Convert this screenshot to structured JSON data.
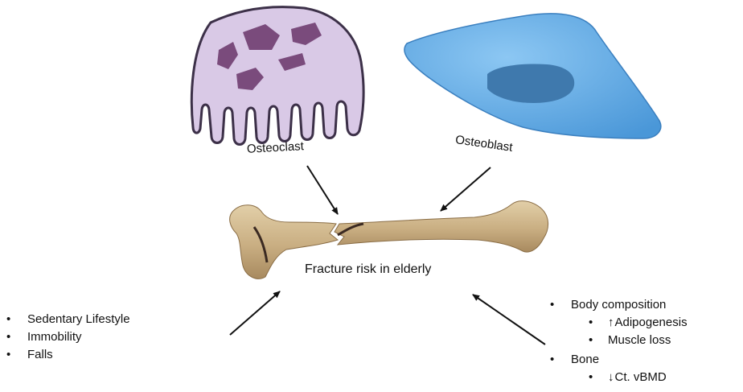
{
  "labels": {
    "osteoclast": "Osteoclast",
    "osteoblast": "Osteoblast",
    "center": "Fracture risk in elderly"
  },
  "left_factors": [
    "Sedentary Lifestyle",
    "Immobility",
    "Falls"
  ],
  "right_factors": {
    "body": {
      "label": "Body composition",
      "sub": [
        {
          "arrow": "up-arrow-icon",
          "text": "Adipogenesis"
        },
        {
          "arrow": "",
          "text": "Muscle loss"
        }
      ]
    },
    "bone": {
      "label": "Bone",
      "sub": [
        {
          "arrow": "down-arrow-icon",
          "text": "Ct. vBMD"
        }
      ]
    }
  },
  "colors": {
    "osteoclast_fill": "#d9c9e6",
    "osteoclast_stroke": "#3c3048",
    "osteoclast_nuclei": "#7a4b7c",
    "osteoblast_fill": "#5aa7e4",
    "osteoblast_nucleus": "#3f79ad",
    "bone": "#cdb58c",
    "arrow": "#111111"
  }
}
